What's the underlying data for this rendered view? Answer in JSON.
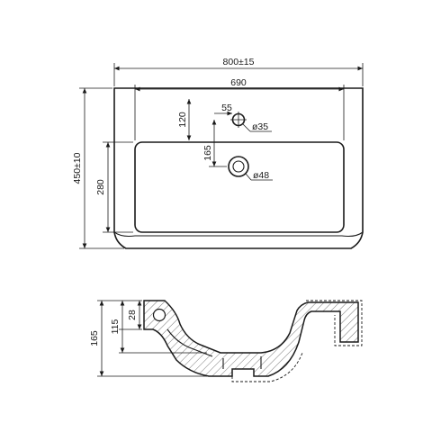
{
  "top_view": {
    "overall_width": "800±15",
    "inner_width": "690",
    "tap_offset_top": "120",
    "tap_offset_side": "55",
    "tap_hole": "ø35",
    "drain_offset": "165",
    "drain_hole": "ø48",
    "overall_depth": "450±10",
    "bowl_depth": "280"
  },
  "side_view": {
    "overflow_height": "28",
    "bowl_height": "115",
    "total_height": "165"
  }
}
